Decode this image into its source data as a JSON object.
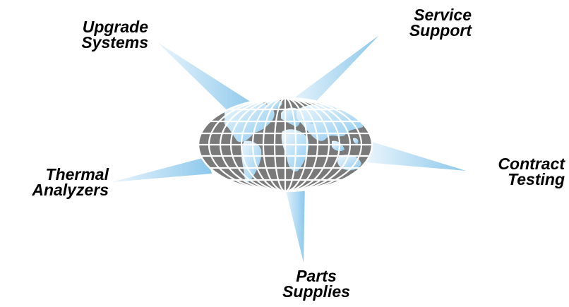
{
  "labels": {
    "upgrade": {
      "line1": "Upgrade",
      "line2": "Systems"
    },
    "service": {
      "line1": "Service",
      "line2": "Support"
    },
    "thermal": {
      "line1": "Thermal",
      "line2": "Analyzers"
    },
    "contract": {
      "line1": "Contract",
      "line2": "Testing"
    },
    "parts": {
      "line1": "Parts",
      "line2": "Supplies"
    }
  },
  "colors": {
    "ray_light": "#cfe8f8",
    "ray_dark": "#7fc2ea",
    "ocean": "#7a7a7a",
    "grid": "#ffffff",
    "land_light": "#e3f1fb",
    "land_dark": "#8ccaf0"
  },
  "icon": "globe-map-icon"
}
